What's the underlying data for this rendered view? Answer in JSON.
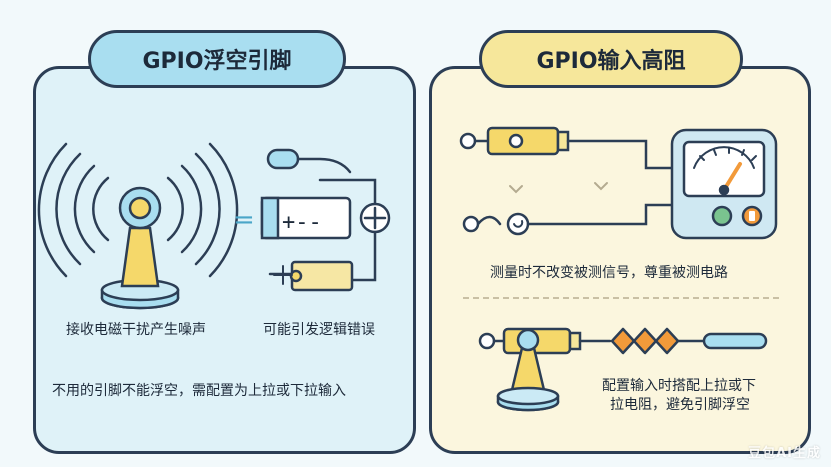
{
  "left": {
    "title": "GPIO浮空引脚",
    "noise_caption": "接收电磁干扰产生噪声",
    "logic_caption": "可能引发逻辑错误",
    "note": "不用的引脚不能浮空，需配置为上拉或下拉输入",
    "equals_sign": "=",
    "battery_text": "+--",
    "plus_symbol": "+"
  },
  "right": {
    "title": "GPIO输入高阻",
    "measure_caption": "测量时不改变被测信号，尊重被测电路",
    "config_line1": "配置输入时搭配上拉或下",
    "config_line2": "拉电阻，避免引脚浮空"
  },
  "watermark": "豆包AI生成",
  "colors": {
    "outline": "#2c3e55",
    "left_panel_bg": "#dff2f8",
    "right_panel_bg": "#fbf6de",
    "left_title_bg": "#a9def0",
    "right_title_bg": "#f6e79b",
    "accent_yellow": "#f5d86a",
    "accent_blue": "#a9def0",
    "accent_orange": "#f29a3a",
    "accent_green": "#7ac48f"
  },
  "icons": [
    "antenna-icon",
    "circuit-diagram-icon",
    "probe-icon",
    "multimeter-icon",
    "resistor-icon",
    "antenna-probe-icon"
  ]
}
